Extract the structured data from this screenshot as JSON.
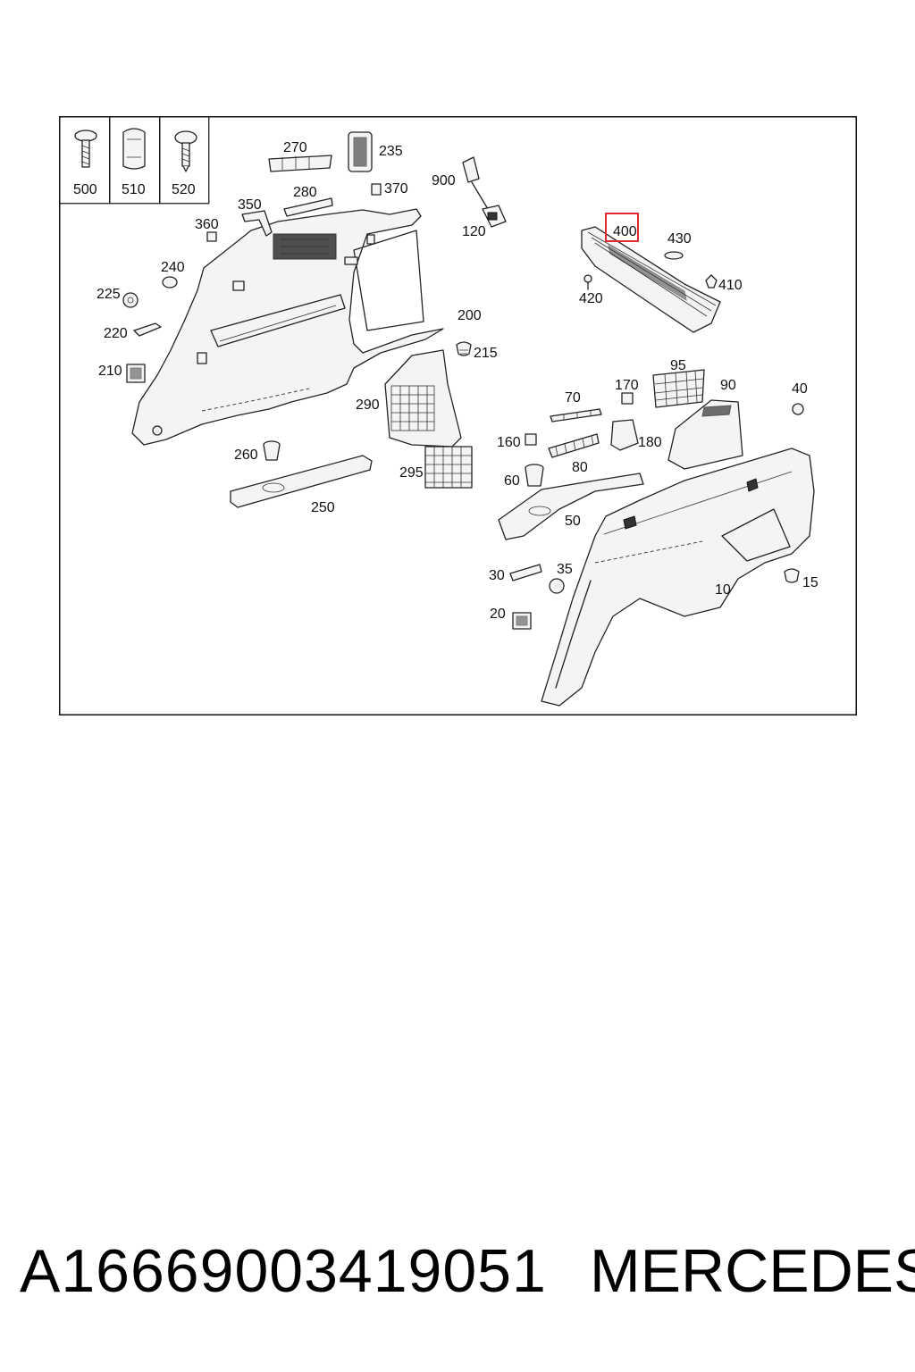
{
  "diagram": {
    "callouts": [
      "500",
      "510",
      "520",
      "270",
      "235",
      "900",
      "350",
      "280",
      "370",
      "360",
      "120",
      "400",
      "430",
      "240",
      "410",
      "225",
      "420",
      "220",
      "200",
      "210",
      "215",
      "95",
      "170",
      "90",
      "40",
      "70",
      "290",
      "160",
      "180",
      "260",
      "80",
      "295",
      "60",
      "250",
      "50",
      "30",
      "35",
      "15",
      "10",
      "20"
    ],
    "highlighted": "400",
    "highlight_color": "#e0282e"
  },
  "footer": {
    "part_number": "A1666900341905​1",
    "brand": "MERCEDES"
  }
}
